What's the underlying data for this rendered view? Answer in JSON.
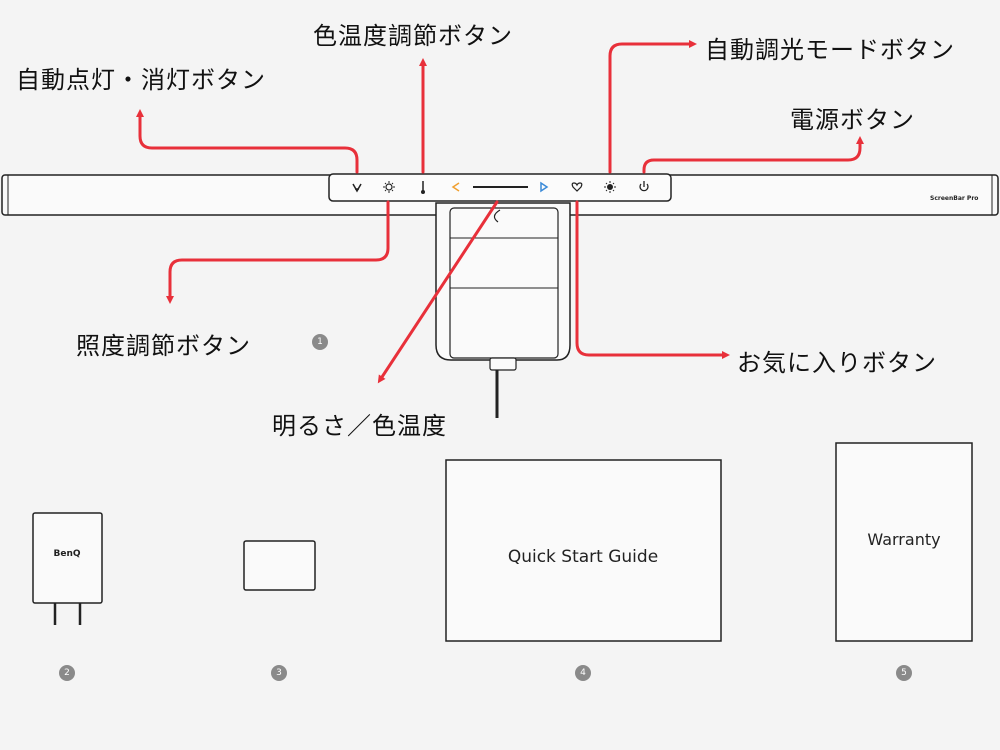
{
  "labels": {
    "auto_onoff": "自動点灯・消灯ボタン",
    "color_temp": "色温度調節ボタン",
    "auto_dimming": "自動調光モードボタン",
    "power": "電源ボタン",
    "illuminance": "照度調節ボタン",
    "favorite": "お気に入りボタン",
    "brightness_temp": "明るさ／色温度"
  },
  "bar": {
    "brand_text": "ScreenBar Pro"
  },
  "adapter": {
    "brand_text": "BenQ"
  },
  "guide": {
    "title": "Quick Start Guide"
  },
  "warranty": {
    "title": "Warranty"
  },
  "item_numbers": [
    "1",
    "2",
    "3",
    "4",
    "5"
  ],
  "colors": {
    "arrow": "#e8303a",
    "line": "#222222"
  }
}
